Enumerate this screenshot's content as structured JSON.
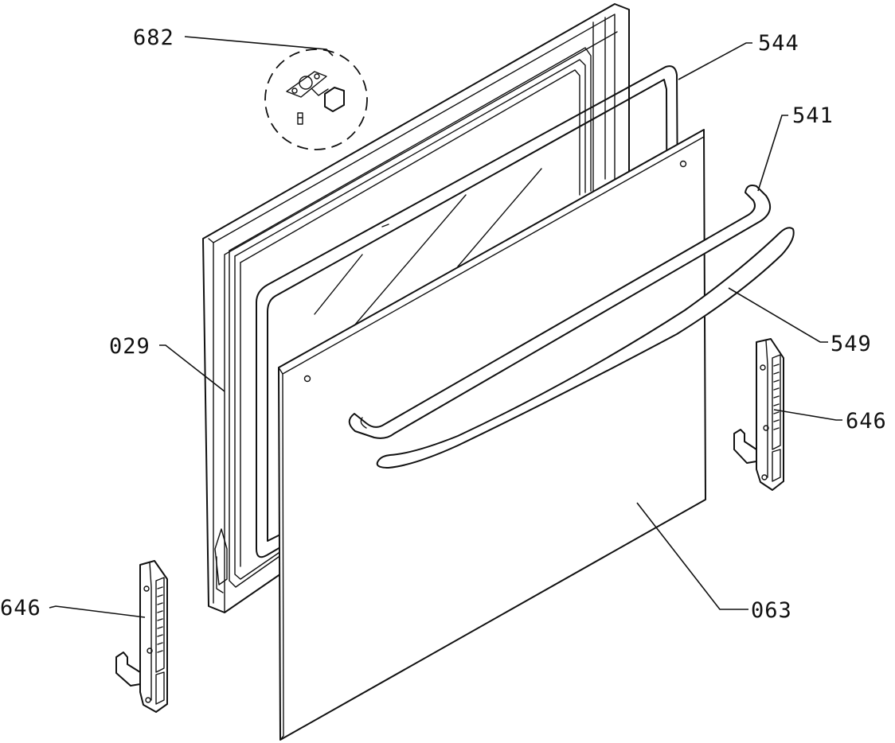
{
  "labels": {
    "p682": "682",
    "p544": "544",
    "p541": "541",
    "p549": "549",
    "p029": "029",
    "p646_right": "646",
    "p646_left": "646",
    "p063": "063"
  }
}
